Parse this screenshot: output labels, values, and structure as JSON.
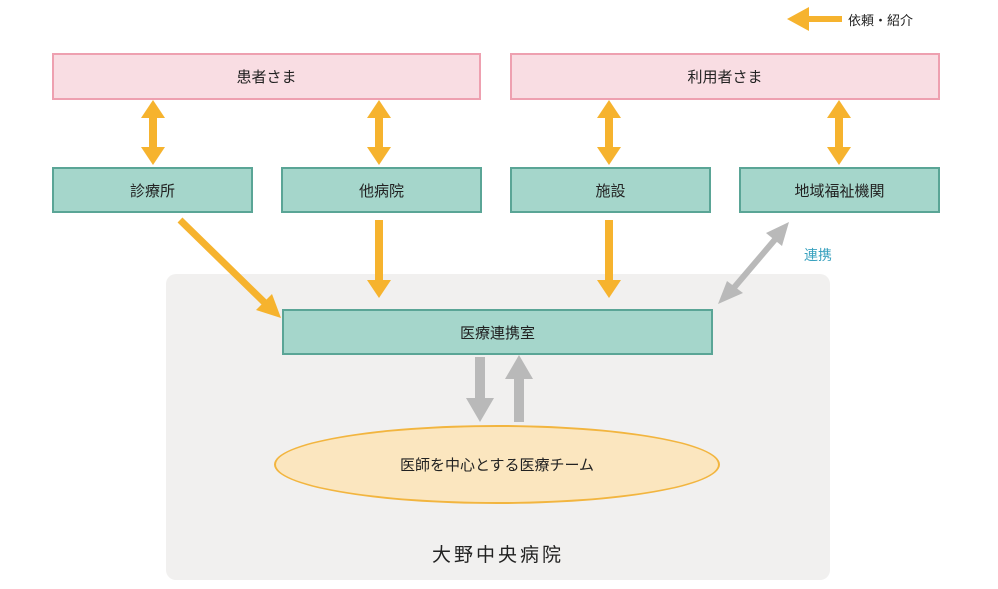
{
  "legend": {
    "label": "依頼・紹介",
    "arrow_color": "#f6b32e"
  },
  "top_boxes": [
    {
      "label": "患者さま"
    },
    {
      "label": "利用者さま"
    }
  ],
  "institutions": [
    {
      "label": "診療所"
    },
    {
      "label": "他病院"
    },
    {
      "label": "施設"
    },
    {
      "label": "地域福祉機関"
    }
  ],
  "center": {
    "label": "医療連携室"
  },
  "team": {
    "label": "医師を中心とする医療チーム"
  },
  "hospital": {
    "label": "大野中央病院"
  },
  "link": {
    "label": "連携",
    "arrow_color": "#b9b9b9"
  }
}
